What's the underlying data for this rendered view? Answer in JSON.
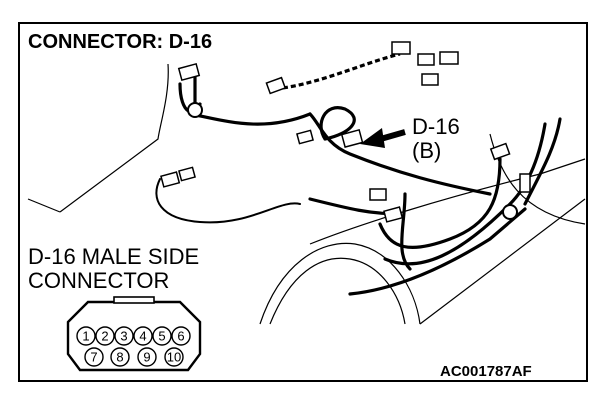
{
  "title": "CONNECTOR: D-16",
  "callout": {
    "connector_id": "D-16",
    "variant": "(B)"
  },
  "side_label": {
    "line1": "D-16 MALE SIDE",
    "line2": "CONNECTOR"
  },
  "figure_code": "AC001787AF",
  "pins": {
    "top_row": [
      "1",
      "2",
      "3",
      "4",
      "5",
      "6"
    ],
    "bottom_row": [
      "7",
      "8",
      "9",
      "10"
    ]
  }
}
